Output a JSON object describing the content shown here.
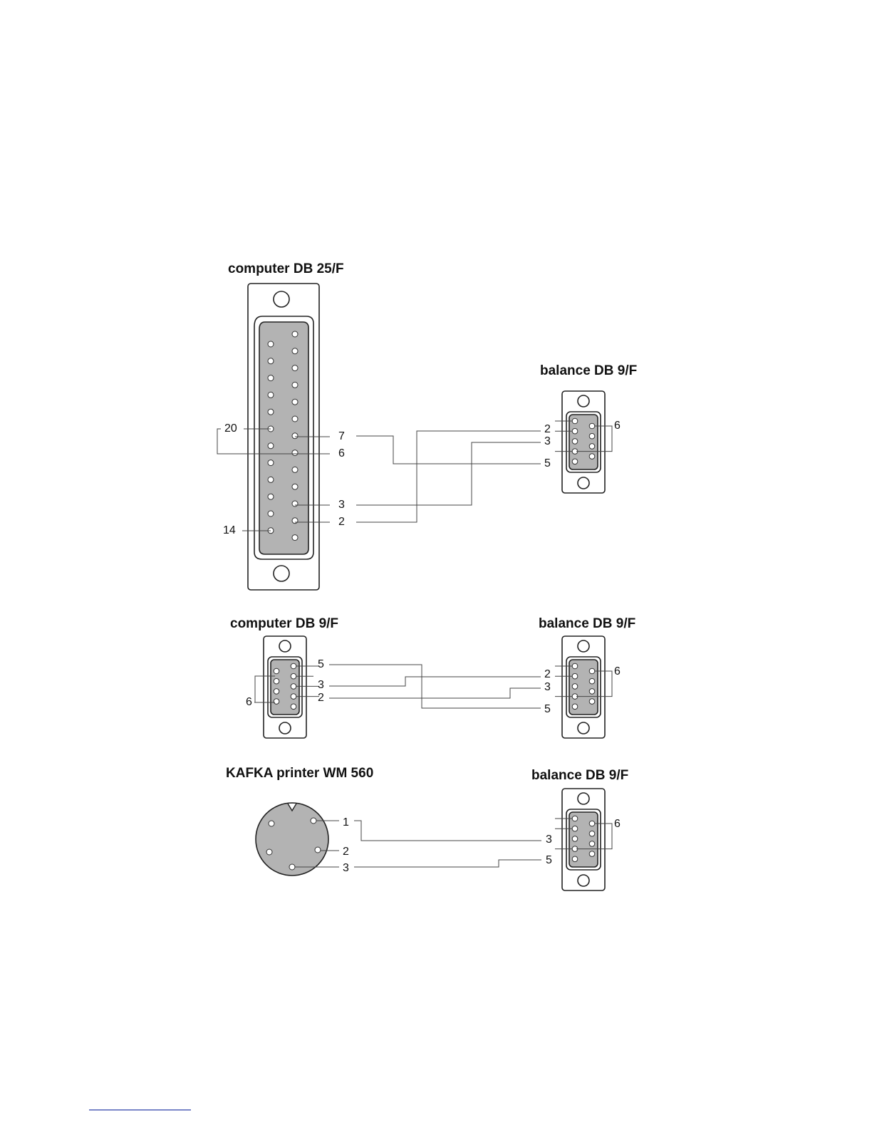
{
  "diagrams": [
    {
      "left_title": "computer DB 25/F",
      "right_title": "balance DB 9/F",
      "left_pins": [
        "20",
        "6",
        "7",
        "3",
        "2",
        "14"
      ],
      "right_pins": [
        "2",
        "3",
        "5",
        "6"
      ]
    },
    {
      "left_title": "computer DB 9/F",
      "right_title": "balance DB 9/F",
      "left_pins": [
        "5",
        "3",
        "2",
        "6"
      ],
      "right_pins": [
        "2",
        "3",
        "5",
        "6"
      ]
    },
    {
      "left_title": "KAFKA printer WM 560",
      "right_title": "balance DB 9/F",
      "left_pins": [
        "1",
        "2",
        "3"
      ],
      "right_pins": [
        "3",
        "5",
        "6"
      ]
    }
  ]
}
